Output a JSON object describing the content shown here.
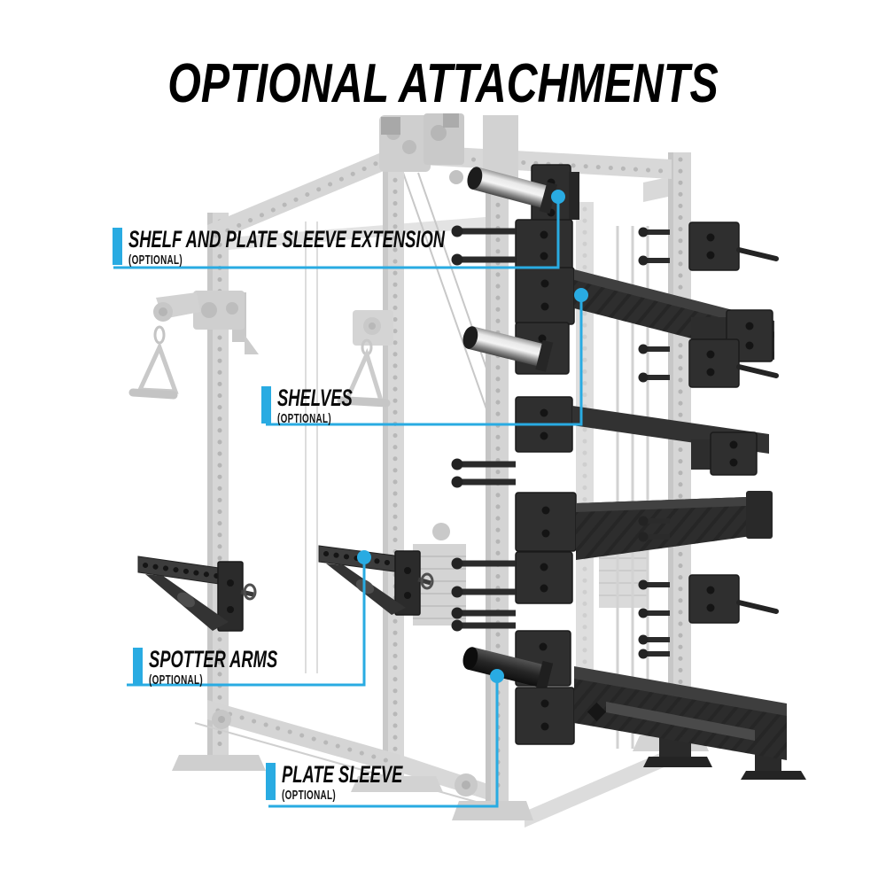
{
  "title": "OPTIONAL ATTACHMENTS",
  "callouts": [
    {
      "label": "SHELF AND PLATE SLEEVE EXTENSION",
      "tag": "(OPTIONAL)"
    },
    {
      "label": "SHELVES",
      "tag": "(OPTIONAL)"
    },
    {
      "label": "SPOTTER ARMS",
      "tag": "(OPTIONAL)"
    },
    {
      "label": "PLATE SLEEVE",
      "tag": "(OPTIONAL)"
    }
  ],
  "colors": {
    "accent": "#29ABE2",
    "text": "#000000",
    "attachment_dark": "#2E2E2E",
    "ghost_gray": "#D6D6D6",
    "background": "#FFFFFF"
  }
}
